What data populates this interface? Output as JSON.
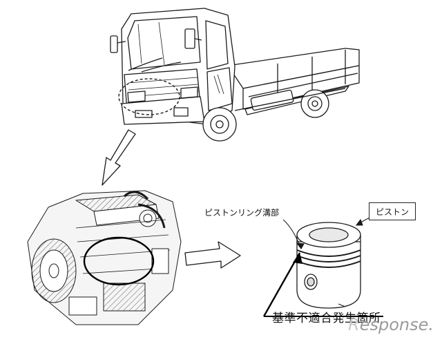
{
  "labels": {
    "piston_ring_groove": "ピストンリング溝部",
    "piston": "ピストン",
    "nonconforming_location": "基準不適合発生箇所"
  },
  "watermark": {
    "prefix": "R",
    "text": "esponse."
  },
  "colors": {
    "line": "#1a1a1a",
    "watermark": "#9a9a9a"
  }
}
